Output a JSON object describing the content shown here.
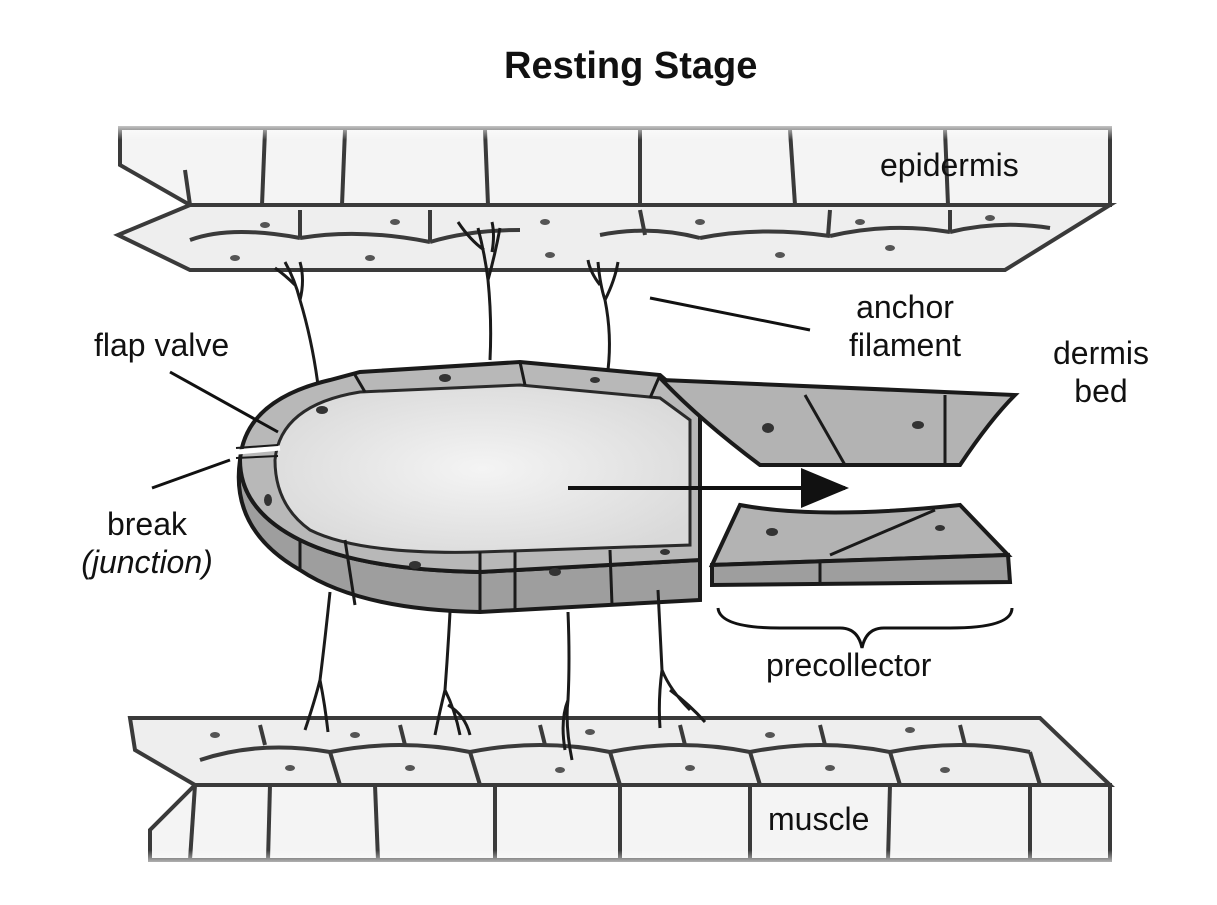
{
  "title": "Resting Stage",
  "labels": {
    "epidermis": "epidermis",
    "anchor_filament_line1": "anchor",
    "anchor_filament_line2": "filament",
    "dermis_bed_line1": "dermis",
    "dermis_bed_line2": "bed",
    "flap_valve": "flap valve",
    "break": "break",
    "junction": "(junction)",
    "precollector": "precollector",
    "muscle": "muscle"
  },
  "colors": {
    "cell_fill": "#f2f2f2",
    "cell_outline": "#3a3a3a",
    "vessel_wall": "#b3b3b3",
    "vessel_wall_dark": "#999999",
    "lumen": "#e6e6e6",
    "ink": "#111111"
  }
}
